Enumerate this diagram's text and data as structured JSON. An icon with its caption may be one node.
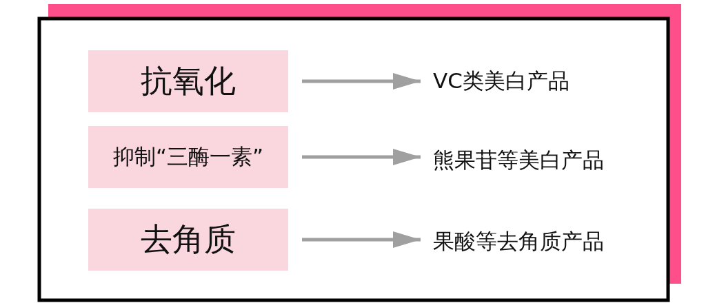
{
  "diagram": {
    "nodes": [
      {
        "text": [
          "抗氧化"
        ]
      },
      {
        "text": [
          "抑制“三酶一素”"
        ]
      },
      {
        "text": [
          "去角质"
        ]
      },
      {
        "text": [
          "VC类美白产品"
        ]
      },
      {
        "text": [
          "熊果苷等美白产品"
        ]
      },
      {
        "text": [
          "果酸等去角质产品"
        ]
      }
    ],
    "edges": [
      {
        "from": 0,
        "to": 3,
        "arrow": "to"
      },
      {
        "from": 1,
        "to": 4,
        "arrow": "to"
      },
      {
        "from": 2,
        "to": 5,
        "arrow": "to"
      }
    ]
  }
}
